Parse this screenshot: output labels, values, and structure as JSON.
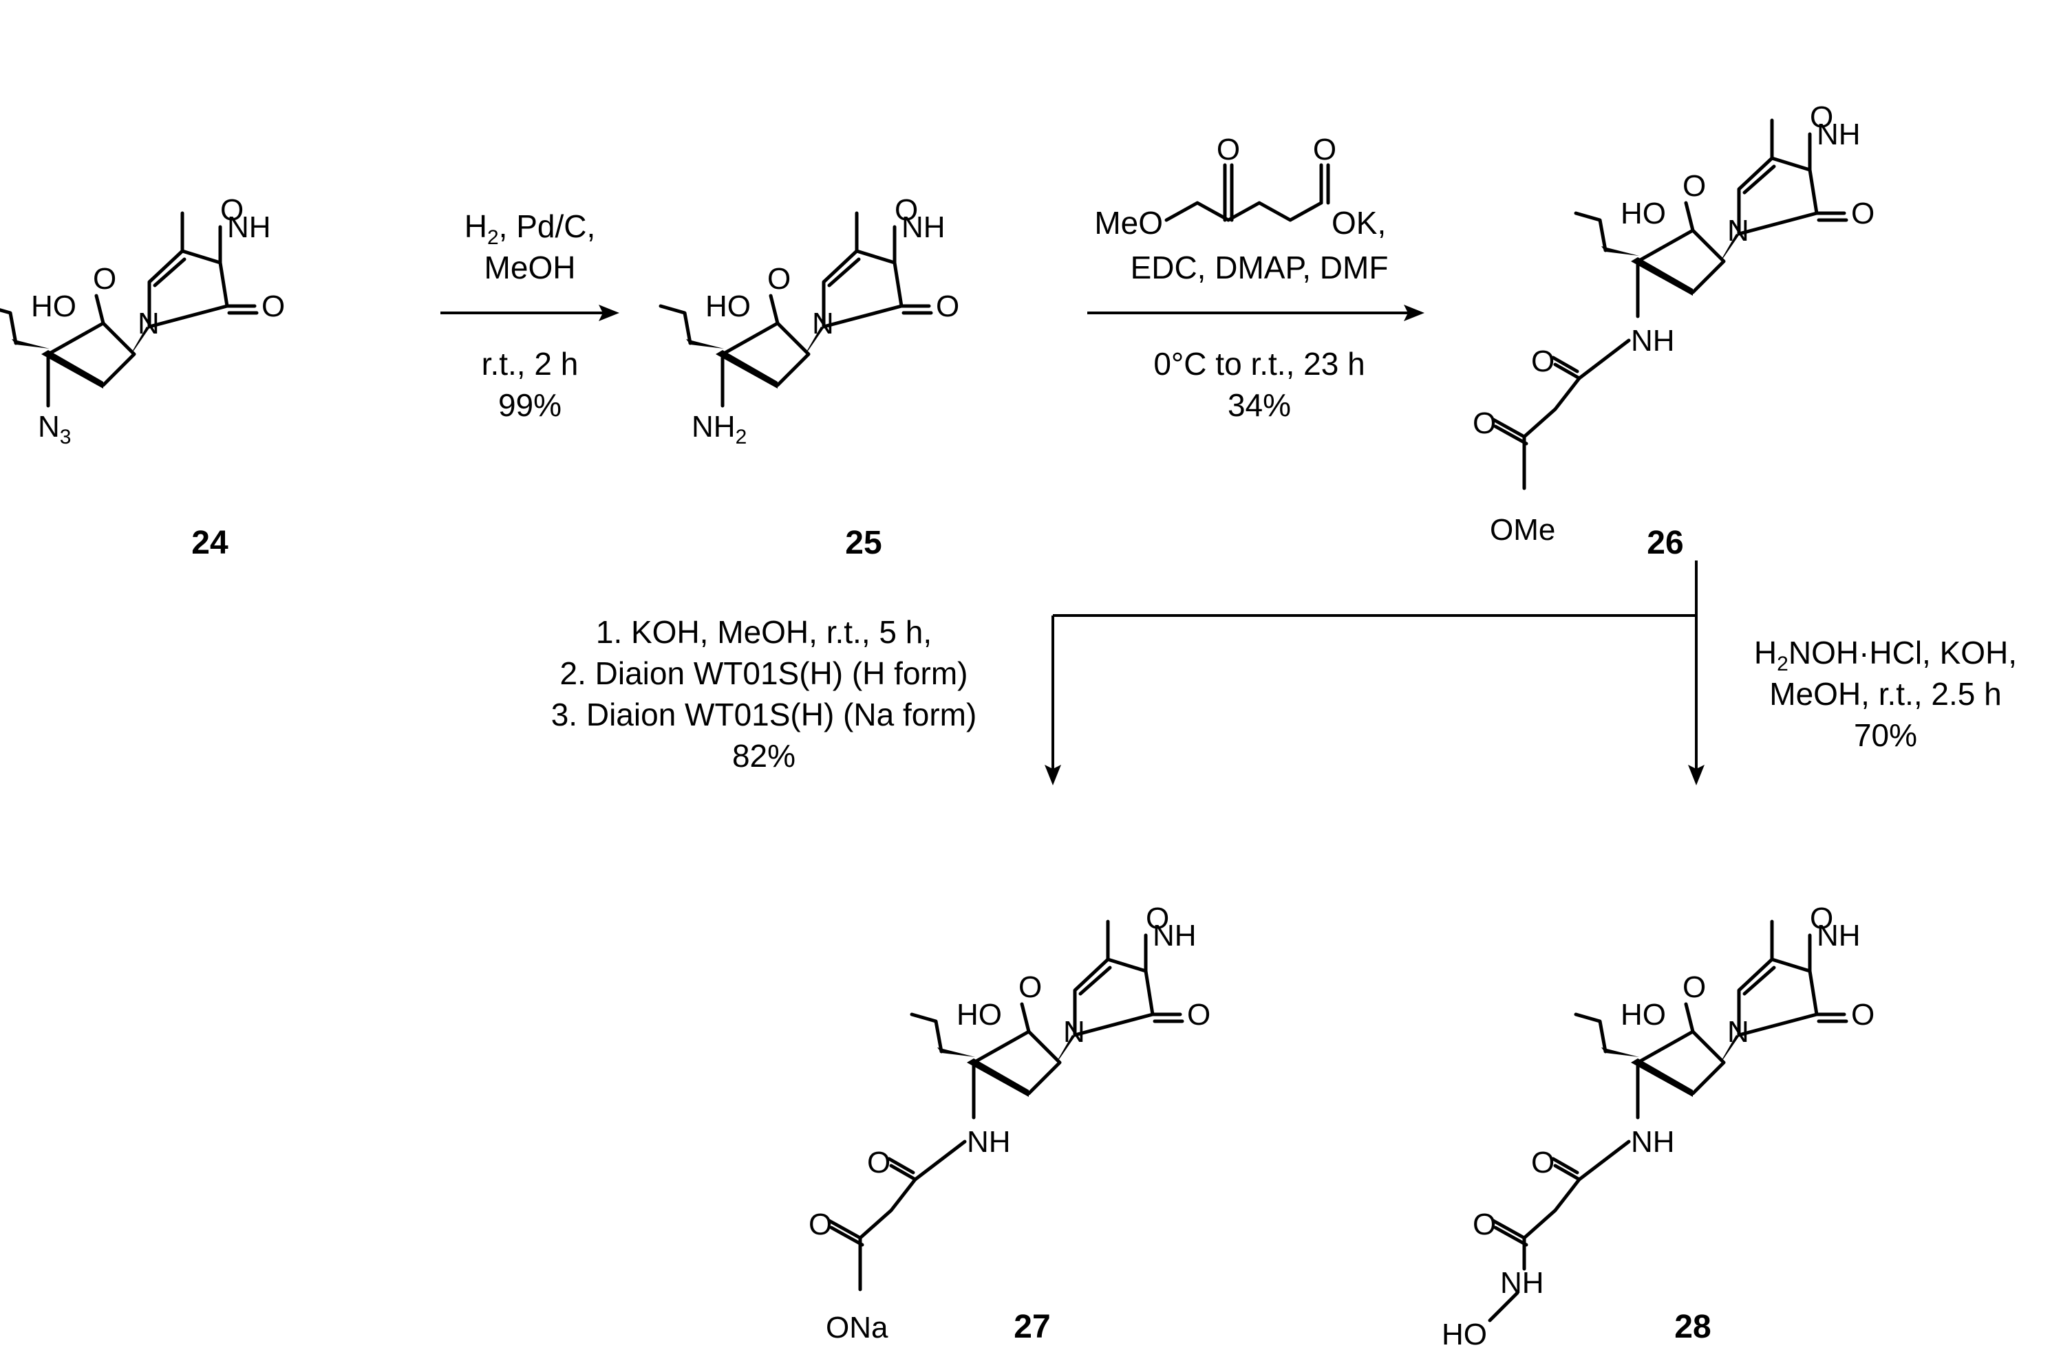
{
  "compounds": {
    "c24": {
      "number": "24",
      "azide": "N",
      "azide_sub": "3"
    },
    "c25": {
      "number": "25",
      "amine": "NH",
      "amine_sub": "2"
    },
    "c26": {
      "number": "26",
      "ester": "OMe"
    },
    "c27": {
      "number": "27",
      "salt": "ONa"
    },
    "c28": {
      "number": "28",
      "hydroxamic_nh": "NH",
      "hydroxamic_oh": "HO"
    }
  },
  "atoms": {
    "oxo": "O",
    "imide": "NH",
    "ring_n": "N",
    "ring_o": "O",
    "hydroxyl": "HO",
    "amide_nh": "NH",
    "amide_o": "O",
    "ester_o": "O"
  },
  "steps": {
    "step1": {
      "line1_pre": "H",
      "line1_sub": "2",
      "line1_post": ", Pd/C,",
      "line2": "MeOH",
      "line3": "r.t., 2 h",
      "yield": "99%"
    },
    "step2": {
      "left_group": "MeO",
      "right_group": "OK,",
      "ketone_o": "O",
      "line2": "EDC, DMAP, DMF",
      "line3": "0°C to r.t., 23 h",
      "yield": "34%"
    },
    "step3": {
      "line1": "1. KOH, MeOH, r.t., 5 h,",
      "line2": "2. Diaion WT01S(H) (H form)",
      "line3": "3. Diaion WT01S(H) (Na form)",
      "yield": "82%"
    },
    "step4": {
      "line1_pre": "H",
      "line1_sub": "2",
      "line1_post": "NOH·HCl, KOH,",
      "line2": "MeOH, r.t., 2.5 h",
      "yield": "70%"
    }
  }
}
